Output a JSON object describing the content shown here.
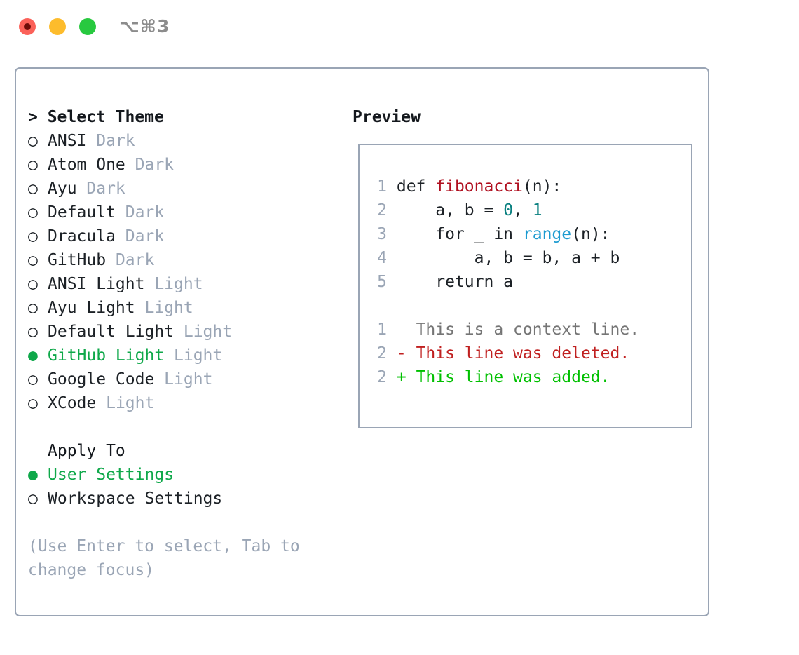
{
  "titlebar": {
    "shortcut": "⌥⌘3",
    "buttons": [
      {
        "name": "close",
        "color": "#fb6159"
      },
      {
        "name": "minimize",
        "color": "#fdbc2c"
      },
      {
        "name": "maximize",
        "color": "#28c93f"
      }
    ]
  },
  "left": {
    "header": "> Select Theme",
    "themes": [
      {
        "marker": "○",
        "label": "ANSI",
        "tag": "Dark",
        "selected": false
      },
      {
        "marker": "○",
        "label": "Atom One",
        "tag": "Dark",
        "selected": false
      },
      {
        "marker": "○",
        "label": "Ayu",
        "tag": "Dark",
        "selected": false
      },
      {
        "marker": "○",
        "label": "Default",
        "tag": "Dark",
        "selected": false
      },
      {
        "marker": "○",
        "label": "Dracula",
        "tag": "Dark",
        "selected": false
      },
      {
        "marker": "○",
        "label": "GitHub",
        "tag": "Dark",
        "selected": false
      },
      {
        "marker": "○",
        "label": "ANSI Light",
        "tag": "Light",
        "selected": false
      },
      {
        "marker": "○",
        "label": "Ayu Light",
        "tag": "Light",
        "selected": false
      },
      {
        "marker": "○",
        "label": "Default Light",
        "tag": "Light",
        "selected": false
      },
      {
        "marker": "●",
        "label": "GitHub Light",
        "tag": "Light",
        "selected": true
      },
      {
        "marker": "○",
        "label": "Google Code",
        "tag": "Light",
        "selected": false
      },
      {
        "marker": "○",
        "label": "XCode",
        "tag": "Light",
        "selected": false
      }
    ],
    "apply_header": "Apply To",
    "apply_options": [
      {
        "marker": "●",
        "label": "User Settings",
        "selected": true
      },
      {
        "marker": "○",
        "label": "Workspace Settings",
        "selected": false
      }
    ],
    "hint": "(Use Enter to select, Tab to change focus)"
  },
  "right": {
    "header": "Preview",
    "code_lines": [
      {
        "num": "1",
        "parts": [
          {
            "t": "def ",
            "c": "plain"
          },
          {
            "t": "fibonacci",
            "c": "fn"
          },
          {
            "t": "(n):",
            "c": "plain"
          }
        ]
      },
      {
        "num": "2",
        "parts": [
          {
            "t": "    a, b = ",
            "c": "plain"
          },
          {
            "t": "0",
            "c": "num"
          },
          {
            "t": ", ",
            "c": "plain"
          },
          {
            "t": "1",
            "c": "num"
          }
        ]
      },
      {
        "num": "3",
        "parts": [
          {
            "t": "    for _ in ",
            "c": "plain"
          },
          {
            "t": "range",
            "c": "call"
          },
          {
            "t": "(n):",
            "c": "plain"
          }
        ]
      },
      {
        "num": "4",
        "parts": [
          {
            "t": "        a, b = b, a + b",
            "c": "plain"
          }
        ]
      },
      {
        "num": "5",
        "parts": [
          {
            "t": "    return a",
            "c": "plain"
          }
        ]
      }
    ],
    "diff_lines": [
      {
        "num": "1",
        "sign": "  ",
        "text": "This is a context line.",
        "kind": "ctx"
      },
      {
        "num": "2",
        "sign": "- ",
        "text": "This line was deleted.",
        "kind": "del"
      },
      {
        "num": "2",
        "sign": "+ ",
        "text": "This line was added.",
        "kind": "add"
      }
    ]
  },
  "colors": {
    "selected_green": "#0fa84a",
    "diff_add": "#00c000",
    "diff_del": "#c02020",
    "muted": "#9aa5b5",
    "fn": "#b01020",
    "num": "#0a8080",
    "call": "#1a9ad0"
  }
}
